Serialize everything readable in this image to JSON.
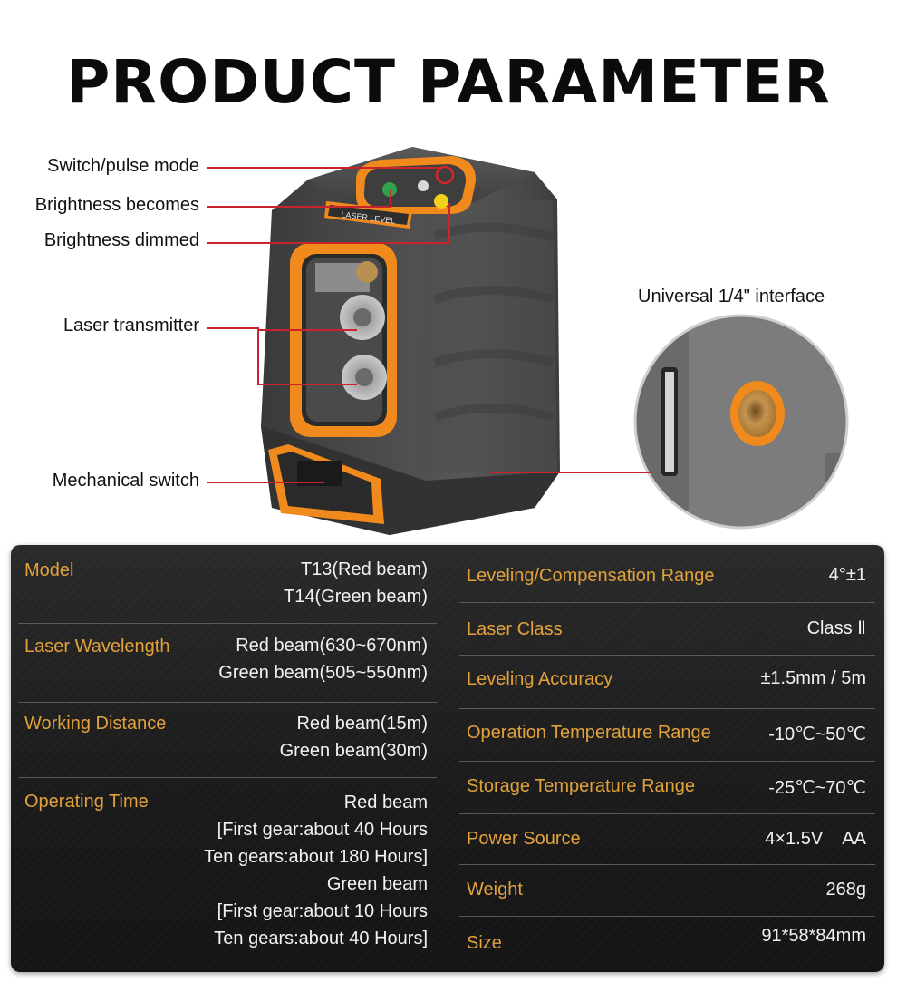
{
  "title": "PRODUCT PARAMETER",
  "callouts": {
    "switch": "Switch/pulse mode",
    "bright_up": "Brightness becomes",
    "bright_down": "Brightness dimmed",
    "laser": "Laser transmitter",
    "mech": "Mechanical switch",
    "interface": "Universal 1/4\" interface"
  },
  "device": {
    "brand_text": "LASER LEVEL"
  },
  "colors": {
    "accent_orange": "#f08a1c",
    "label_gold": "#e2a23b",
    "callout_red": "#c8242e",
    "panel_bg": "#1c1c1c"
  },
  "left_specs": [
    {
      "label": "Model",
      "lines": [
        "T13(Red beam)",
        "T14(Green beam)"
      ]
    },
    {
      "label": "Laser Wavelength",
      "lines": [
        "Red beam(630~670nm)",
        "Green beam(505~550nm)"
      ]
    },
    {
      "label": "Working Distance",
      "lines": [
        "Red beam(15m)",
        "Green beam(30m)"
      ]
    },
    {
      "label": "Operating Time",
      "lines": [
        "Red beam",
        "[First gear:about 40 Hours",
        "Ten gears:about 180 Hours]",
        "Green beam",
        "[First gear:about 10 Hours",
        "Ten gears:about 40 Hours]"
      ]
    }
  ],
  "right_specs": [
    {
      "label": "Leveling/Compensation Range",
      "value": "4°±1"
    },
    {
      "label": "Laser Class",
      "value": "Class Ⅱ"
    },
    {
      "label": "Leveling Accuracy",
      "value": "±1.5mm / 5m"
    },
    {
      "label": "Operation Temperature Range",
      "value": "-10℃~50℃"
    },
    {
      "label": "Storage Temperature Range",
      "value": "-25℃~70℃"
    },
    {
      "label": "Power Source",
      "value": "4×1.5V    AA"
    },
    {
      "label": "Weight",
      "value": "268g"
    },
    {
      "label": "Size",
      "value": "91*58*84mm"
    }
  ]
}
